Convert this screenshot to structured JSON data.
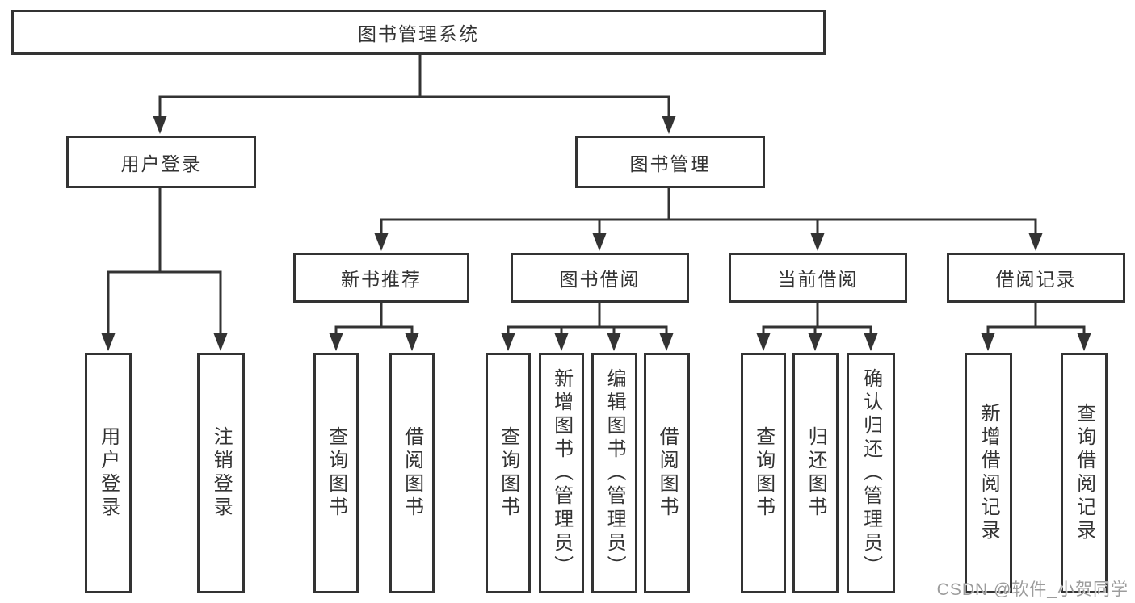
{
  "colors": {
    "line": "#333333",
    "text": "#333333",
    "watermark": "#9c9c9c",
    "background": "#ffffff"
  },
  "watermark": "CSDN @软件_小贺同学",
  "root": {
    "label": "图书管理系统",
    "children": [
      {
        "label": "用户登录",
        "children": [
          {
            "label": "用户登录"
          },
          {
            "label": "注销登录"
          }
        ]
      },
      {
        "label": "图书管理",
        "children": [
          {
            "label": "新书推荐",
            "children": [
              {
                "label": "查询图书"
              },
              {
                "label": "借阅图书"
              }
            ]
          },
          {
            "label": "图书借阅",
            "children": [
              {
                "label": "查询图书"
              },
              {
                "label": "新增图书（管理员）"
              },
              {
                "label": "编辑图书（管理员）"
              },
              {
                "label": "借阅图书"
              }
            ]
          },
          {
            "label": "当前借阅",
            "children": [
              {
                "label": "查询图书"
              },
              {
                "label": "归还图书"
              },
              {
                "label": "确认归还（管理员）"
              }
            ]
          },
          {
            "label": "借阅记录",
            "children": [
              {
                "label": "新增借阅记录"
              },
              {
                "label": "查询借阅记录"
              }
            ]
          }
        ]
      }
    ]
  }
}
